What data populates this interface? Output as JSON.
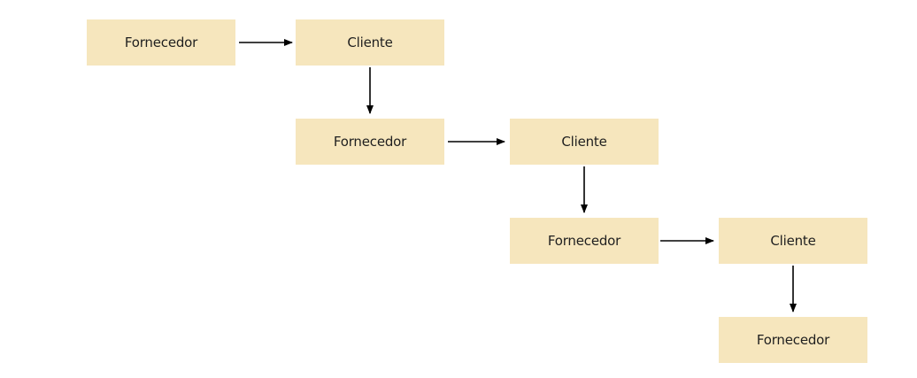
{
  "diagram": {
    "colors": {
      "box_fill": "#f6e6bd",
      "arrow": "#000000",
      "text": "#1f1f1f"
    },
    "nodes": [
      {
        "id": "fornecedor-1",
        "label": "Fornecedor"
      },
      {
        "id": "cliente-1",
        "label": "Cliente"
      },
      {
        "id": "fornecedor-2",
        "label": "Fornecedor"
      },
      {
        "id": "cliente-2",
        "label": "Cliente"
      },
      {
        "id": "fornecedor-3",
        "label": "Fornecedor"
      },
      {
        "id": "cliente-3",
        "label": "Cliente"
      },
      {
        "id": "fornecedor-4",
        "label": "Fornecedor"
      }
    ],
    "edges": [
      {
        "from": "fornecedor-1",
        "to": "cliente-1"
      },
      {
        "from": "cliente-1",
        "to": "fornecedor-2"
      },
      {
        "from": "fornecedor-2",
        "to": "cliente-2"
      },
      {
        "from": "cliente-2",
        "to": "fornecedor-3"
      },
      {
        "from": "fornecedor-3",
        "to": "cliente-3"
      },
      {
        "from": "cliente-3",
        "to": "fornecedor-4"
      }
    ]
  }
}
